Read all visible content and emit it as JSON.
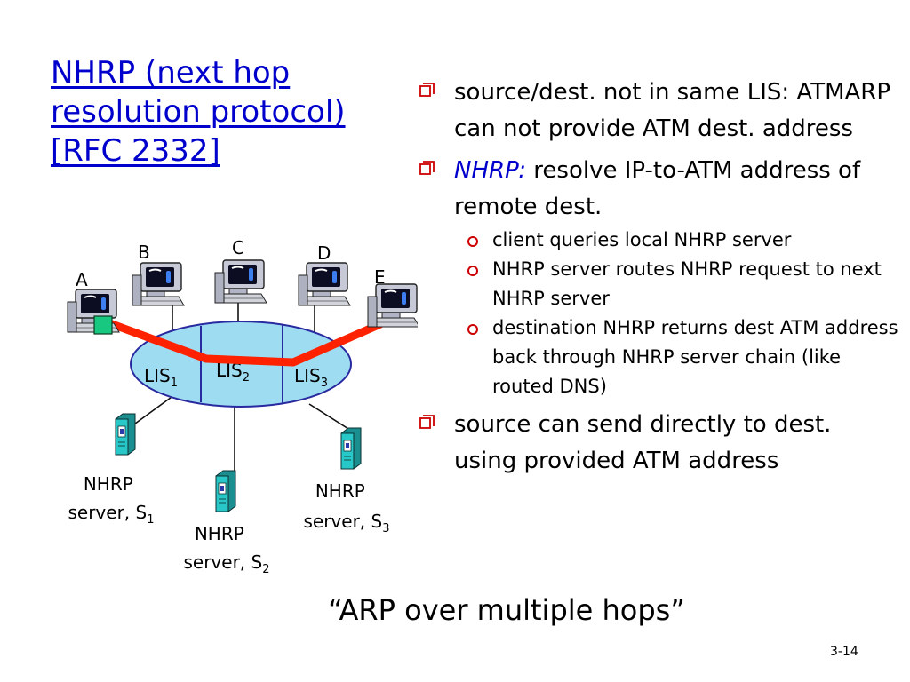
{
  "title": {
    "line1": "NHRP (next hop",
    "line2": "resolution protocol)",
    "line3": "[RFC 2332]"
  },
  "bullets": {
    "b1": "source/dest. not in same LIS: ATMARP can not provide ATM dest. address",
    "b2_emph": "NHRP:",
    "b2_rest": " resolve IP-to-ATM address of remote dest.",
    "sub": [
      "client queries local NHRP server",
      "NHRP server routes NHRP request to next NHRP server",
      "destination NHRP returns dest ATM address back through NHRP server chain (like routed DNS)"
    ],
    "b3": "source can send directly to dest. using provided ATM address"
  },
  "caption": "“ARP over multiple hops”",
  "page_number": "3-14",
  "diagram": {
    "hosts": [
      "A",
      "B",
      "C",
      "D",
      "E"
    ],
    "lis": [
      {
        "base": "LIS",
        "sub": "1"
      },
      {
        "base": "LIS",
        "sub": "2"
      },
      {
        "base": "LIS",
        "sub": "3"
      }
    ],
    "servers": [
      {
        "name": "NHRP",
        "role": "server, S",
        "sub": "1"
      },
      {
        "name": "NHRP",
        "role": "server, S",
        "sub": "2"
      },
      {
        "name": "NHRP",
        "role": "server, S",
        "sub": "3"
      }
    ]
  },
  "colors": {
    "title": "#0000cc",
    "bullet_marker": "#cc0000",
    "cloud_fill": "#9edcf2",
    "cloud_stroke": "#2a2aa0",
    "path": "#ff2200",
    "server_fill": "#29c8c8"
  },
  "icons": {
    "bullet": "checkbox-bullet-icon",
    "sub_bullet": "circle-bullet-icon",
    "host": "computer-workstation-icon",
    "server": "server-tower-icon"
  }
}
